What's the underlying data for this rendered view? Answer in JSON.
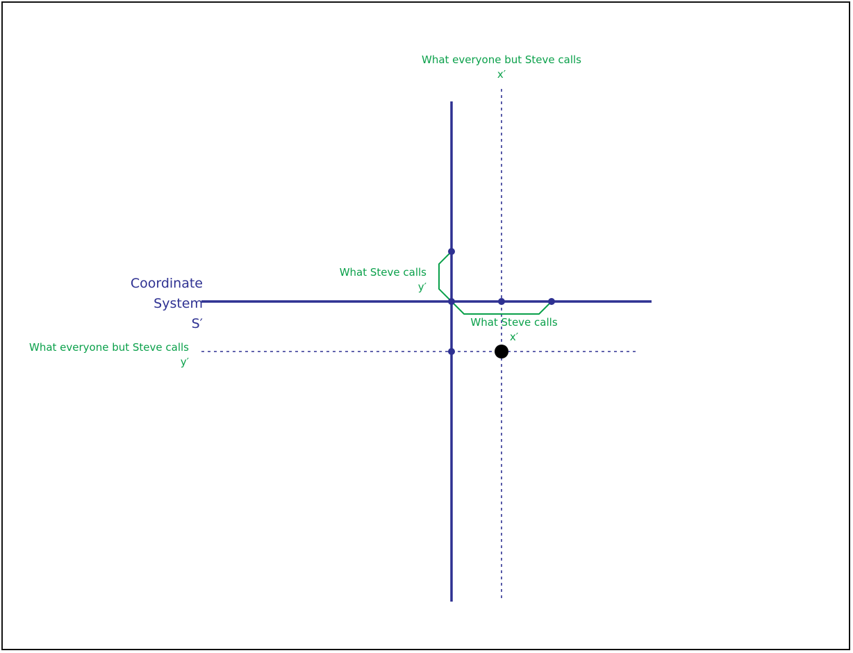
{
  "colors": {
    "axis": "#2e3192",
    "label": "#0aa04a",
    "point": "#000000",
    "frame": "#111111"
  },
  "system_title": [
    "Coordinate",
    "System",
    "S′"
  ],
  "labels": {
    "everyone_x": {
      "line1": "What everyone but Steve calls",
      "line2": "x′"
    },
    "steve_y": {
      "line1": "What Steve calls",
      "line2": "y′"
    },
    "steve_x": {
      "line1": "What Steve calls",
      "line2": "x′"
    },
    "everyone_y": {
      "line1": "What everyone but Steve calls",
      "line2": "y′"
    }
  }
}
